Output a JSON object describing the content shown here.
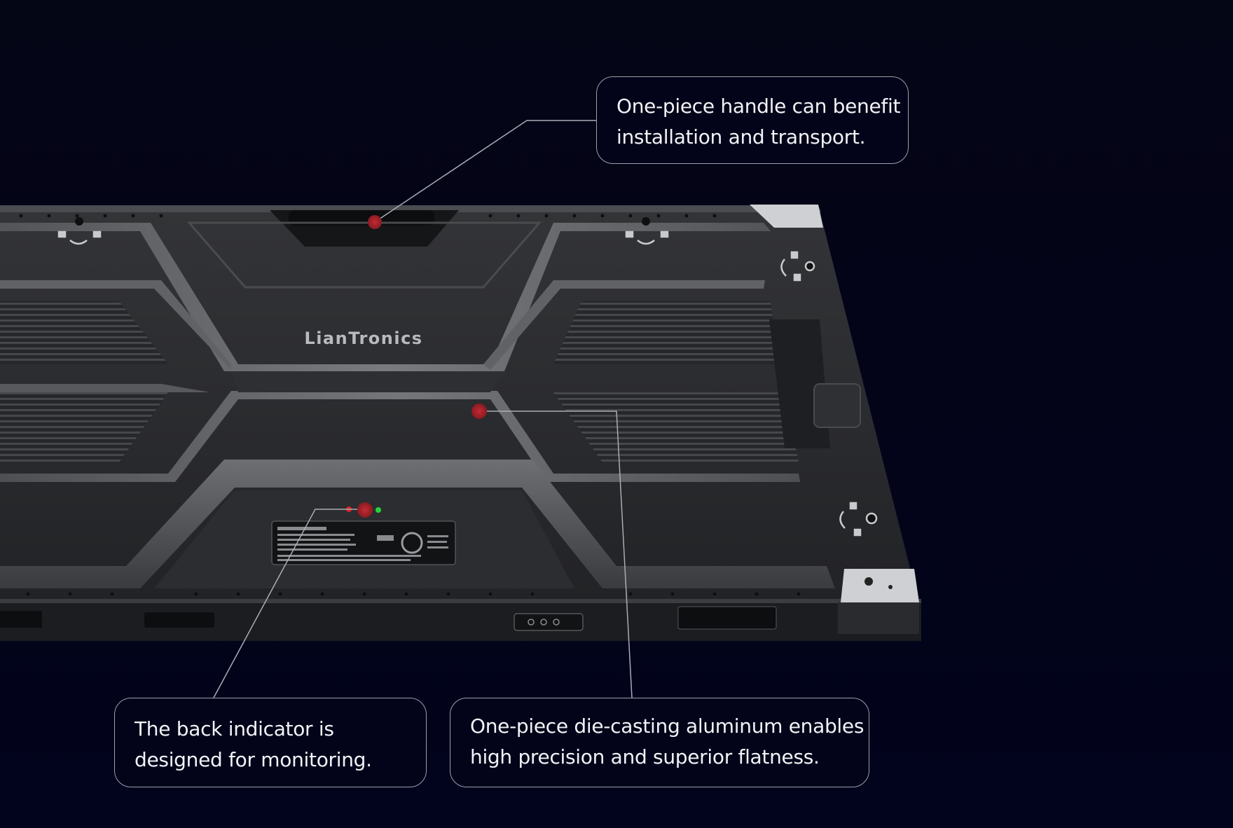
{
  "brand": {
    "logo_text": "LianTronics"
  },
  "callouts": {
    "handle": {
      "line1": "One-piece handle can benefit",
      "line2": "installation and transport."
    },
    "indicator": {
      "line1": "The back indicator is",
      "line2": "designed for monitoring."
    },
    "casting": {
      "line1": "One-piece die-casting aluminum enables",
      "line2": "high precision and superior flatness."
    }
  },
  "colors": {
    "background": "#03041a",
    "panel": "#2a2b2e",
    "callout_border": "#9aa0ad",
    "marker": "#b3232b",
    "indicator_red": "#e0201e",
    "indicator_green": "#25d43a"
  }
}
